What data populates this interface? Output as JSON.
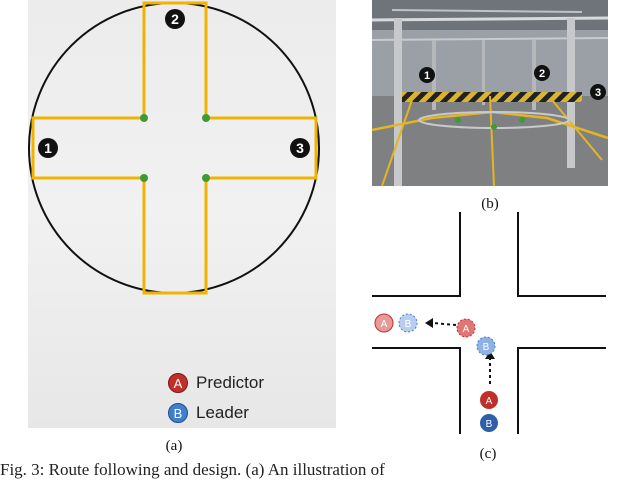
{
  "panel_a": {
    "markers": [
      "1",
      "2",
      "3"
    ],
    "legend": [
      {
        "letter": "A",
        "label": "Predictor",
        "color": "#c0302b"
      },
      {
        "letter": "B",
        "label": "Leader",
        "color": "#3f7fd0"
      }
    ],
    "caption": "(a)"
  },
  "panel_b": {
    "markers": [
      "1",
      "2",
      "3"
    ],
    "caption": "(b)"
  },
  "panel_c": {
    "agent_letters": [
      "A",
      "B"
    ],
    "caption": "(c)"
  },
  "figure_caption_fragment": "Fig. 3: Route following and design. (a) An illustration of"
}
